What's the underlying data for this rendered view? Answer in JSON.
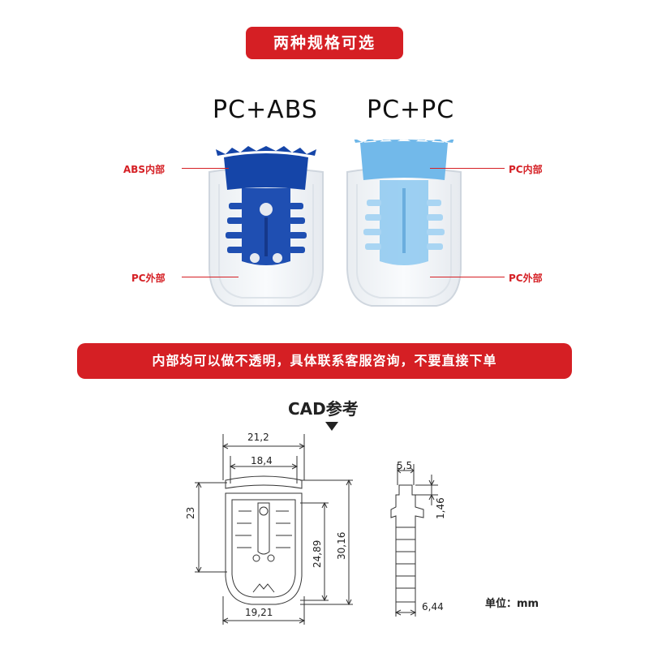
{
  "header": {
    "badge_text": "两种规格可选"
  },
  "products": [
    {
      "title": "PC+ABS",
      "inner_label": "ABS内部",
      "outer_label": "PC外部",
      "inner_color": "#1545a8"
    },
    {
      "title": "PC+PC",
      "inner_label": "PC内部",
      "outer_label": "PC外部",
      "inner_color": "#6db6e8"
    }
  ],
  "notice": {
    "text": "内部均可以做不透明，具体联系客服咨询，不要直接下单"
  },
  "cad": {
    "title": "CAD参考",
    "dims": {
      "top_width": "21,2",
      "inner_width": "18,4",
      "height_left": "23",
      "inner_height": "24,89",
      "total_height": "30,16",
      "bottom_width": "19,21",
      "side_top": "5,5",
      "side_cap": "1,46",
      "side_bottom": "6,44"
    },
    "unit": "单位：mm"
  },
  "colors": {
    "accent_red": "#d51f24",
    "line": "#333333"
  }
}
